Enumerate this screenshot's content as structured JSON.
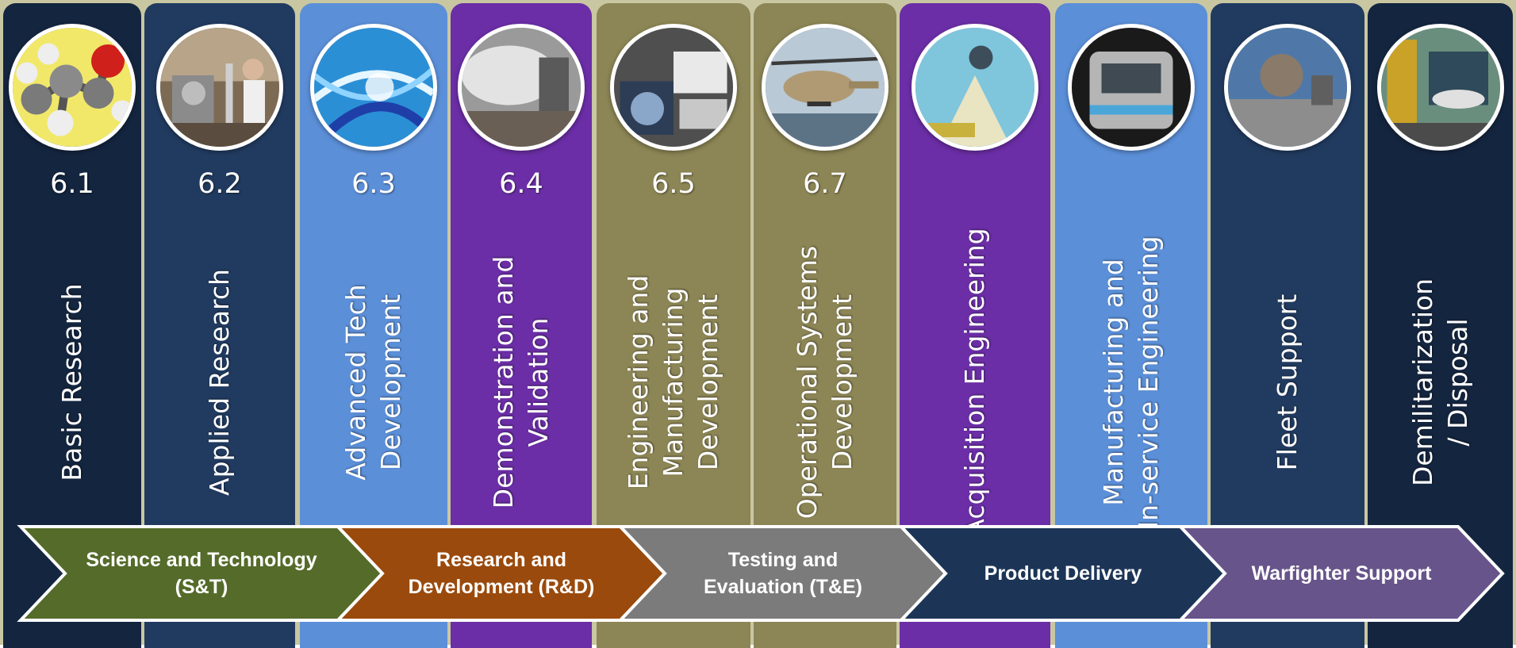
{
  "colors": {
    "dark_navy": "#14253f",
    "navy": "#213b60",
    "sky_blue": "#5b8fd8",
    "purple": "#6b2ea6",
    "olive": "#8c8555",
    "frame": "#c9c7a2",
    "green": "#556b2a",
    "orange_brown": "#9a4a0c",
    "gray": "#7b7b7b",
    "dark_blue": "#1c3557",
    "muted_purple": "#67548a"
  },
  "columns": [
    {
      "code": "6.1",
      "lines": [
        "Basic Research"
      ],
      "color": "#14253f",
      "photo": "molecule-model"
    },
    {
      "code": "6.2",
      "lines": [
        "Applied Research"
      ],
      "color": "#213b60",
      "photo": "laboratory-researcher"
    },
    {
      "code": "6.3",
      "lines": [
        "Advanced Tech",
        "Development"
      ],
      "color": "#5b8fd8",
      "photo": "abstract-technology"
    },
    {
      "code": "6.4",
      "lines": [
        "Demonstration and",
        "Validation"
      ],
      "color": "#6b2ea6",
      "photo": "test-chamber"
    },
    {
      "code": "6.5",
      "lines": [
        "Engineering and",
        "Manufacturing",
        "Development"
      ],
      "color": "#8c8555",
      "photo": "engineering-lab"
    },
    {
      "code": "6.7",
      "lines": [
        "Operational Systems",
        "Development"
      ],
      "color": "#8c8555",
      "photo": "helicopter"
    },
    {
      "code": "",
      "lines": [
        "Acquisition Engineering"
      ],
      "color": "#6b2ea6",
      "photo": "aircraft-ejection"
    },
    {
      "code": "",
      "lines": [
        "Manufacturing and",
        "In-service Engineering"
      ],
      "color": "#5b8fd8",
      "photo": "manufacturing-equipment"
    },
    {
      "code": "",
      "lines": [
        "Fleet Support"
      ],
      "color": "#213b60",
      "photo": "ship-deck-launch"
    },
    {
      "code": "",
      "lines": [
        "Demilitarization",
        "/ Disposal"
      ],
      "color": "#14253f",
      "photo": "industrial-disposal-facility"
    }
  ],
  "phases": [
    {
      "lines": [
        "Science and Technology",
        "(S&T)"
      ],
      "color": "#556b2a"
    },
    {
      "lines": [
        "Research and",
        "Development (R&D)"
      ],
      "color": "#9a4a0c"
    },
    {
      "lines": [
        "Testing and",
        "Evaluation (T&E)"
      ],
      "color": "#7b7b7b"
    },
    {
      "lines": [
        "Product Delivery"
      ],
      "color": "#1c3557"
    },
    {
      "lines": [
        "Warfighter Support"
      ],
      "color": "#67548a"
    }
  ]
}
